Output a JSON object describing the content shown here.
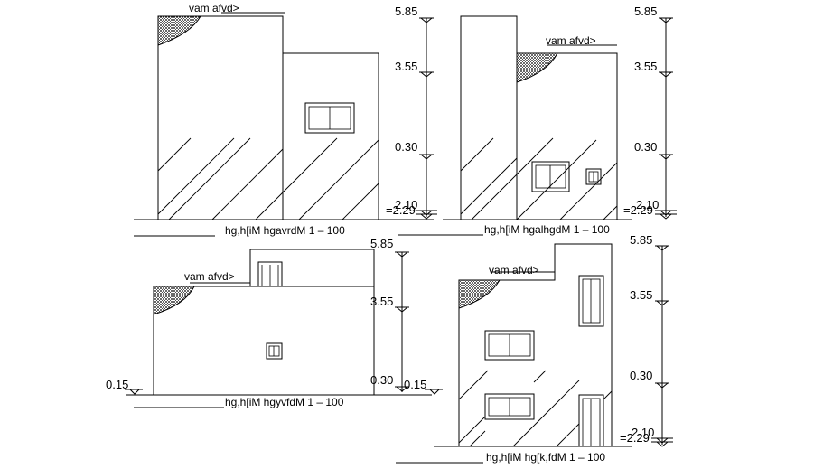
{
  "elevations": [
    {
      "id": "front",
      "callout": "vam  afvd>",
      "title": "hg,h[iM   hgavrdM   1   –   100",
      "levels": [
        "5.85",
        "3.55",
        "0.30",
        "2.10",
        "=2.29"
      ]
    },
    {
      "id": "rear",
      "callout": "vam  afvd>",
      "title": "hg,h[iM   hgalhgdM   1   –   100",
      "levels": [
        "5.85",
        "3.55",
        "0.30",
        "2.10",
        "=2.29"
      ]
    },
    {
      "id": "left",
      "callout": "vam  afvd>",
      "title": "hg,h[iM   hgyvfdM   1   –   100",
      "levels": [
        "5.85",
        "3.55",
        "0.30",
        "0.15",
        "0.15"
      ]
    },
    {
      "id": "right",
      "callout": "vam  afvd>",
      "title": "hg,h[iM   hg[k,fdM   1   –   100",
      "levels": [
        "5.85",
        "3.55",
        "0.30",
        "2.10",
        "=2.29"
      ]
    }
  ]
}
